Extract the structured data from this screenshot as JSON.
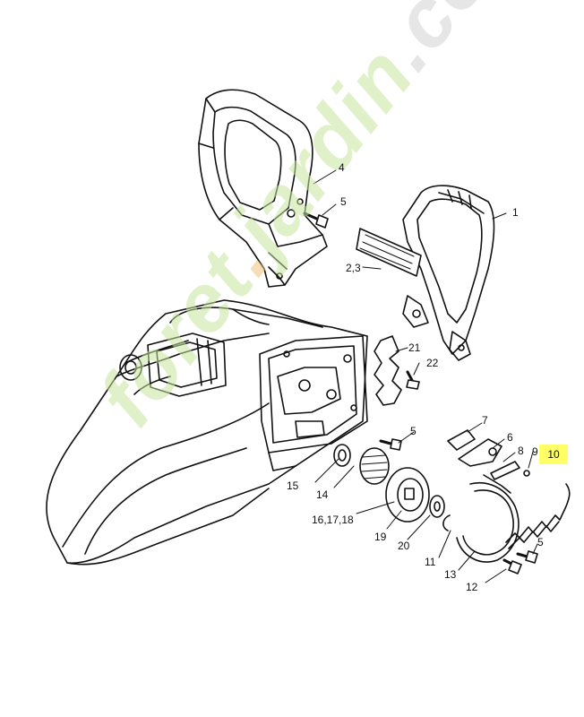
{
  "diagram": {
    "colors": {
      "line": "#111111",
      "highlight": "#ffff66",
      "watermark_green": "#c7e6a0",
      "watermark_orange": "#f2c27a",
      "watermark_grey": "#d2d2d2"
    },
    "watermark": {
      "part1": "foret",
      "dot": ".",
      "part2": "jardin",
      "part3": ".com"
    },
    "labels": {
      "p1": "1",
      "p23": "2,3",
      "p4": "4",
      "p5a": "5",
      "p5b": "5",
      "p5c": "5",
      "p6": "6",
      "p7": "7",
      "p8": "8",
      "p9": "9",
      "p10": "10",
      "p11": "11",
      "p12": "12",
      "p13": "13",
      "p14": "14",
      "p15": "15",
      "p161718": "16,17,18",
      "p19": "19",
      "p20": "20",
      "p21": "21",
      "p22": "22"
    }
  }
}
